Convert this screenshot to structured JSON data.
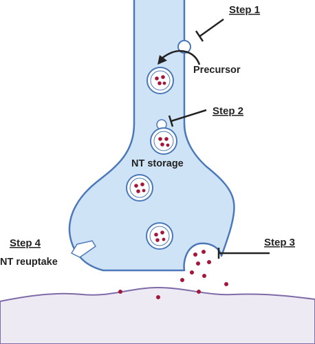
{
  "labels": {
    "step1": "Step 1",
    "precursor": "Precursor",
    "step2": "Step 2",
    "nt_storage": "NT storage",
    "step3": "Step 3",
    "step4": "Step 4",
    "nt_reuptake": "NT reuptake"
  },
  "colors": {
    "axon_fill": "#cfe3f6",
    "axon_stroke": "#4a78b8",
    "vesicle_fill": "#ffffff",
    "neurotransmitter": "#a3173a",
    "postsynaptic_fill": "#eeeaf4",
    "postsynaptic_stroke": "#7d6aa6",
    "text": "#222222"
  }
}
